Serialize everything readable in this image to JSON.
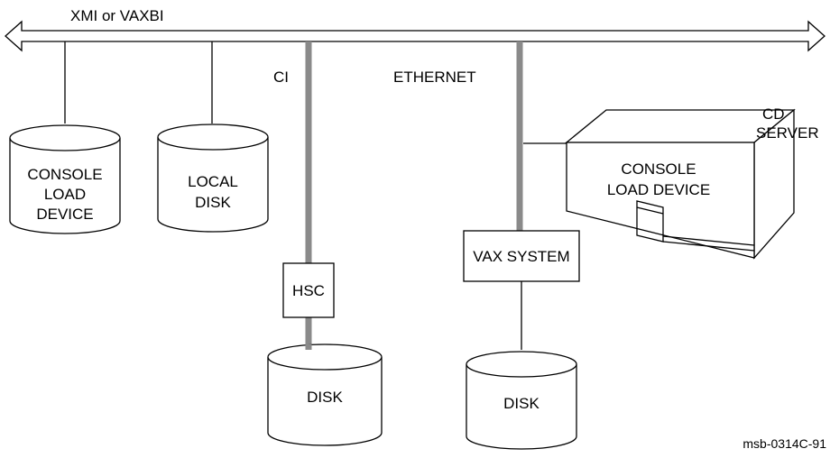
{
  "bus": {
    "label": "XMI or VAXBI"
  },
  "networks": {
    "ci": "CI",
    "ethernet": "ETHERNET"
  },
  "devices": {
    "console_load_device_left": [
      "CONSOLE",
      "LOAD",
      "DEVICE"
    ],
    "local_disk": [
      "LOCAL",
      "DISK"
    ],
    "hsc": "HSC",
    "disk_ci": "DISK",
    "vax_system": "VAX SYSTEM",
    "disk_vax": "DISK",
    "cd_server": [
      "CD",
      "SERVER"
    ],
    "console_load_device_server": [
      "CONSOLE",
      "LOAD DEVICE"
    ]
  },
  "figure_id": "msb-0314C-91"
}
